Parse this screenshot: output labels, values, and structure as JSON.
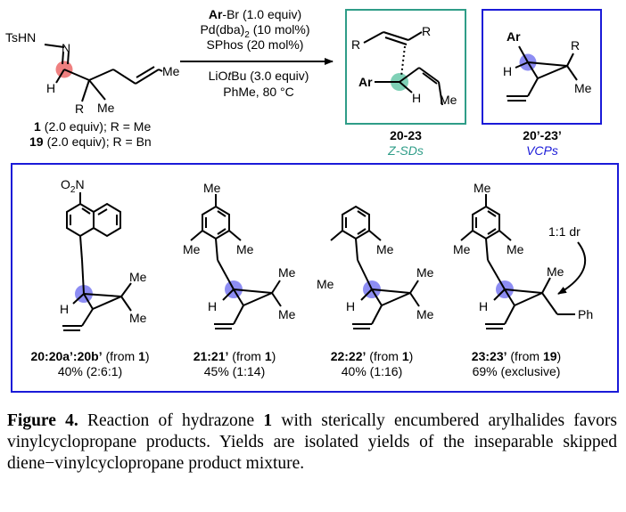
{
  "scheme": {
    "reactant": {
      "group": "TsHN",
      "n": "N",
      "h": "H",
      "r": "R",
      "me": "Me",
      "me_end": "Me",
      "line1": "(2.0 equiv); R = Me",
      "line1_id": "1",
      "line2": "(2.0 equiv); R = Bn",
      "line2_id": "19"
    },
    "conditions": {
      "ar": "Ar",
      "arbr_rest": "-Br (1.0 equiv)",
      "pd_a": "Pd(dba)",
      "pd_sub": "2",
      "pd_b": " (10 mol%)",
      "sphos": "SPhos (20 mol%)",
      "base": "LiO",
      "base_t": "t",
      "base_b": "Bu (3.0 equiv)",
      "solvent": "PhMe, 80 °C"
    },
    "product_sd": {
      "id": "20-23",
      "label": "Z-SDs",
      "r1": "R",
      "r2": "R",
      "ar": "Ar",
      "h": "H",
      "me": "Me"
    },
    "product_vcp": {
      "id": "20’-23’",
      "label": "VCPs",
      "ar": "Ar",
      "h": "H",
      "r": "R",
      "me": "Me"
    },
    "examples": [
      {
        "id": "20:20a’:20b’",
        "source": "1",
        "yield": "40% (2:6:1)",
        "sub": "O2N"
      },
      {
        "id": "21:21’",
        "source": "1",
        "yield": "45% (1:14)",
        "sub": "Me"
      },
      {
        "id": "22:22’",
        "source": "1",
        "yield": "40% (1:16)"
      },
      {
        "id": "23:23’",
        "source": "19",
        "yield": "69% (exclusive)",
        "sub": "Me",
        "dr": "1:1 dr",
        "ph": "Ph"
      }
    ],
    "atom_labels": {
      "me": "Me",
      "h": "H",
      "o2": "O",
      "o2_sub": "2",
      "n": "N"
    }
  },
  "caption": {
    "label": "Figure 4.",
    "t1": " Reaction of hydrazone ",
    "bold1": "1",
    "t2": " with sterically encumbered arylhalides favors vinylcyclopropane products. Yields are isolated yields of the inseparable skipped diene−vinylcyclopropane product mixture."
  },
  "colors": {
    "teal": "#2f9d88",
    "blue": "#1a1ad8",
    "highlight_red": "#ef8080",
    "highlight_blue": "#8d8df3",
    "highlight_green": "#7fd0b6"
  }
}
